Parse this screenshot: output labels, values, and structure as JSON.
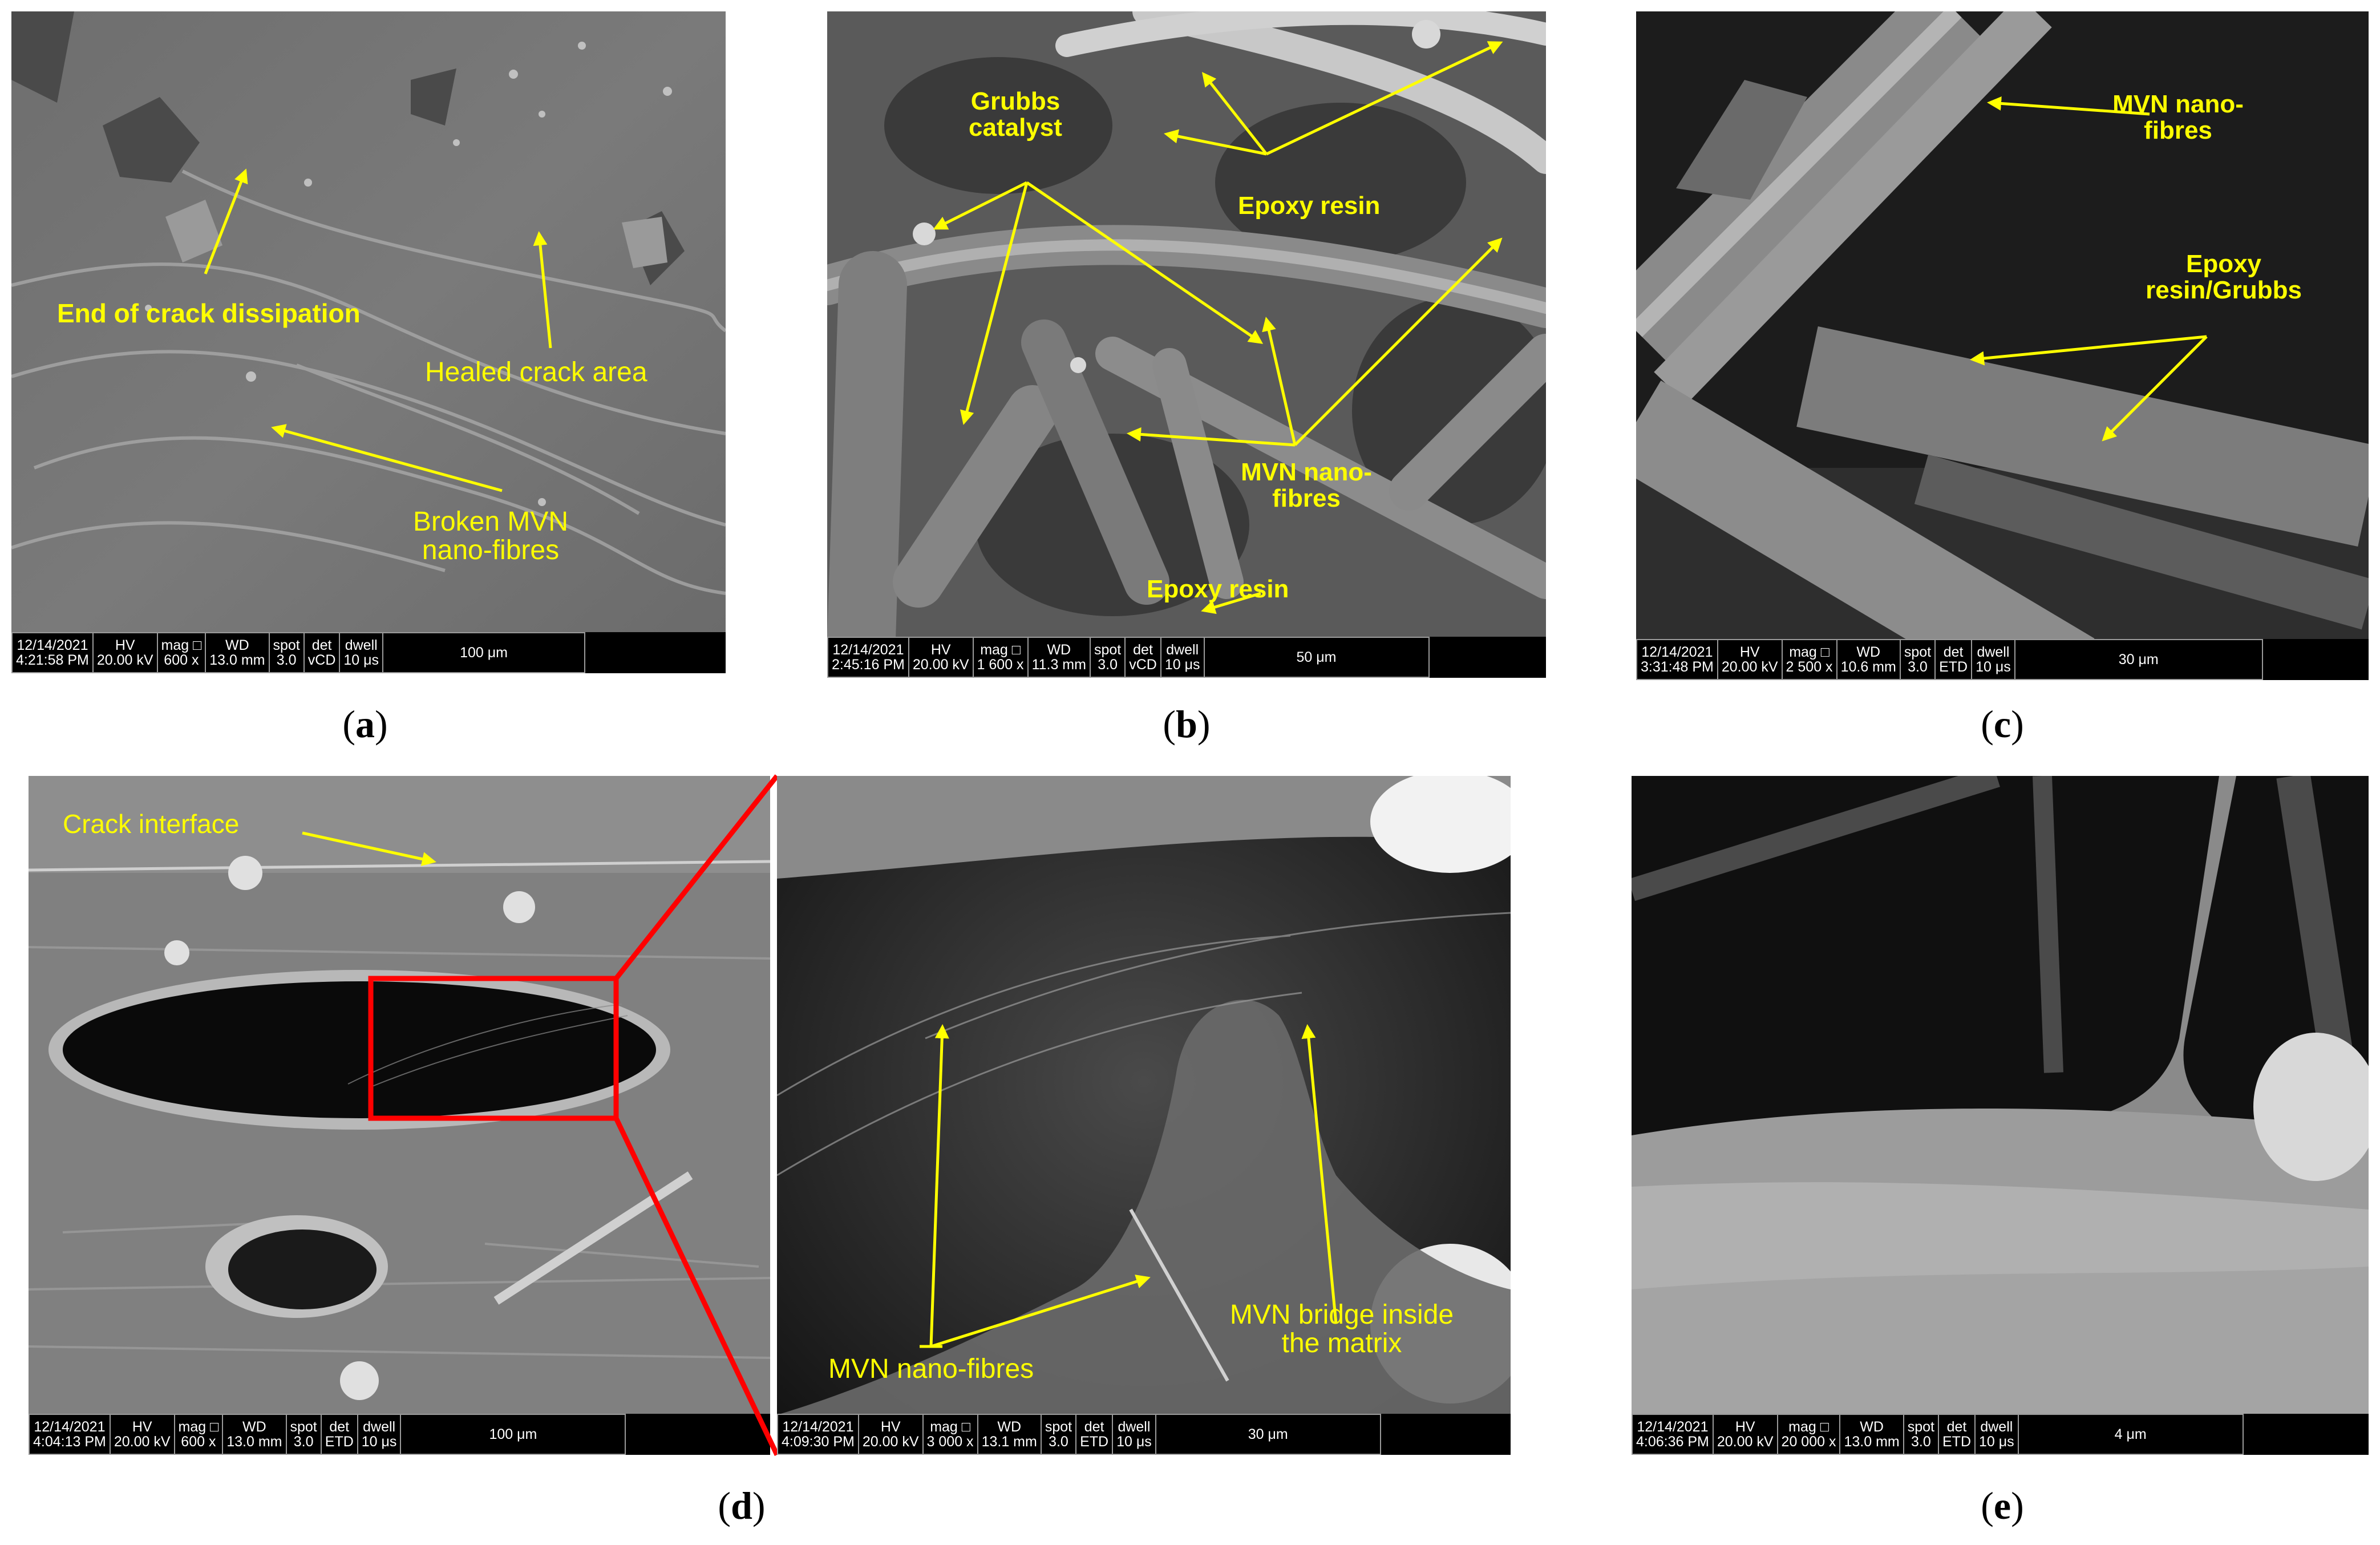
{
  "captions": {
    "a": "a",
    "b": "b",
    "c": "c",
    "d": "d",
    "e": "e"
  },
  "panel_a": {
    "labels": {
      "end_crack": "End of crack dissipation",
      "healed": "Healed crack area",
      "broken_1": "Broken MVN",
      "broken_2": "nano-fibres"
    },
    "bar": {
      "date": "12/14/2021",
      "time": "4:21:58 PM",
      "hv": "HV",
      "hv_val": "20.00 kV",
      "mag": "mag □",
      "mag_val": "600 x",
      "wd": "WD",
      "wd_val": "13.0 mm",
      "spot": "spot",
      "spot_val": "3.0",
      "det": "det",
      "det_val": "vCD",
      "dwell": "dwell",
      "dwell_val": "10 μs",
      "scale": "100 μm"
    }
  },
  "panel_b": {
    "labels": {
      "grubbs_1": "Grubbs",
      "grubbs_2": "catalyst",
      "epoxy_top": "Epoxy resin",
      "mvn_1": "MVN nano-",
      "mvn_2": "fibres",
      "epoxy_bottom": "Epoxy resin"
    },
    "bar": {
      "date": "12/14/2021",
      "time": "2:45:16 PM",
      "hv": "HV",
      "hv_val": "20.00 kV",
      "mag": "mag □",
      "mag_val": "1 600 x",
      "wd": "WD",
      "wd_val": "11.3 mm",
      "spot": "spot",
      "spot_val": "3.0",
      "det": "det",
      "det_val": "vCD",
      "dwell": "dwell",
      "dwell_val": "10 μs",
      "scale": "50 μm"
    }
  },
  "panel_c": {
    "labels": {
      "mvn_1": "MVN nano-",
      "mvn_2": "fibres",
      "epoxy_1": "Epoxy",
      "epoxy_2": "resin/Grubbs"
    },
    "bar": {
      "date": "12/14/2021",
      "time": "3:31:48 PM",
      "hv": "HV",
      "hv_val": "20.00 kV",
      "mag": "mag □",
      "mag_val": "2 500 x",
      "wd": "WD",
      "wd_val": "10.6 mm",
      "spot": "spot",
      "spot_val": "3.0",
      "det": "det",
      "det_val": "ETD",
      "dwell": "dwell",
      "dwell_val": "10 μs",
      "scale": "30 μm"
    }
  },
  "panel_d_left": {
    "labels": {
      "crack": "Crack interface"
    },
    "bar": {
      "date": "12/14/2021",
      "time": "4:04:13 PM",
      "hv": "HV",
      "hv_val": "20.00 kV",
      "mag": "mag □",
      "mag_val": "600 x",
      "wd": "WD",
      "wd_val": "13.0 mm",
      "spot": "spot",
      "spot_val": "3.0",
      "det": "det",
      "det_val": "ETD",
      "dwell": "dwell",
      "dwell_val": "10 μs",
      "scale": "100 μm"
    }
  },
  "panel_d_right": {
    "labels": {
      "mvn": "MVN nano-fibres",
      "bridge_1": "MVN bridge inside",
      "bridge_2": "the matrix"
    },
    "bar": {
      "date": "12/14/2021",
      "time": "4:09:30 PM",
      "hv": "HV",
      "hv_val": "20.00 kV",
      "mag": "mag □",
      "mag_val": "3 000 x",
      "wd": "WD",
      "wd_val": "13.1 mm",
      "spot": "spot",
      "spot_val": "3.0",
      "det": "det",
      "det_val": "ETD",
      "dwell": "dwell",
      "dwell_val": "10 μs",
      "scale": "30 μm"
    }
  },
  "panel_e": {
    "bar": {
      "date": "12/14/2021",
      "time": "4:06:36 PM",
      "hv": "HV",
      "hv_val": "20.00 kV",
      "mag": "mag □",
      "mag_val": "20 000 x",
      "wd": "WD",
      "wd_val": "13.0 mm",
      "spot": "spot",
      "spot_val": "3.0",
      "det": "det",
      "det_val": "ETD",
      "dwell": "dwell",
      "dwell_val": "10 μs",
      "scale": "4 μm"
    }
  },
  "colors": {
    "annotation": "#ffff00",
    "zoom_box": "#ff0000",
    "info_bar": "#000000"
  }
}
